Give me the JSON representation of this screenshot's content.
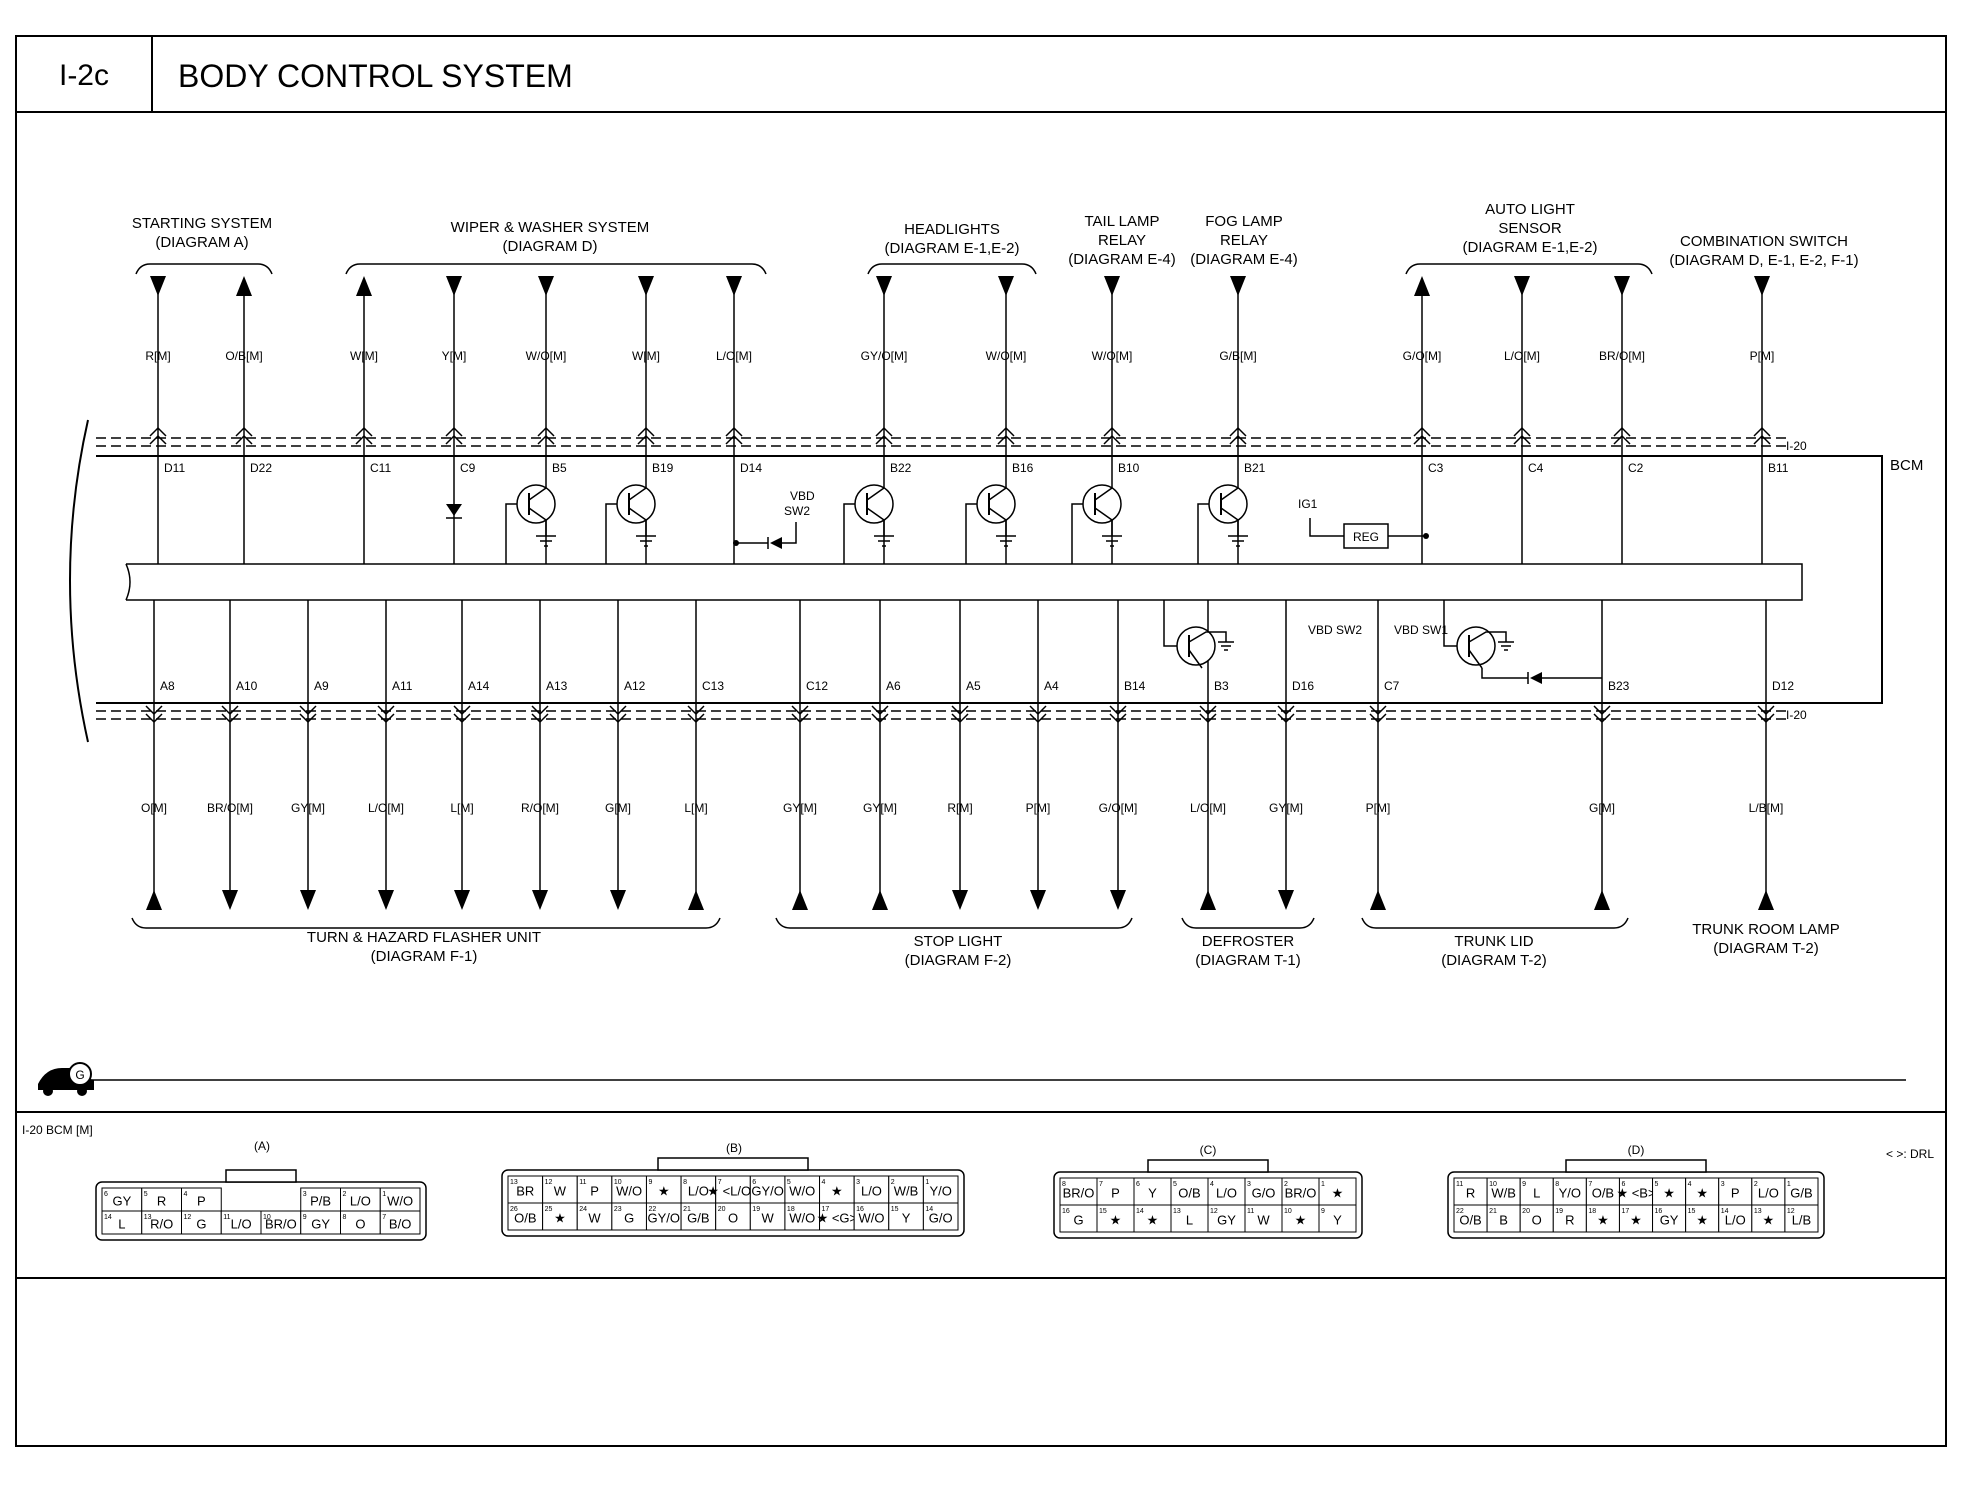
{
  "header": {
    "page_code": "I-2c",
    "title": "BODY CONTROL SYSTEM"
  },
  "module": {
    "name": "BCM",
    "connector_ref": "I-20",
    "ig1": "IG1",
    "reg": "REG",
    "vbd_sw2": "VBD SW2",
    "vbd_sw1": "VBD SW1"
  },
  "top_groups": [
    {
      "lines": [
        "STARTING SYSTEM",
        "(DIAGRAM A)"
      ],
      "bracket": true
    },
    {
      "lines": [
        "WIPER & WASHER SYSTEM",
        "(DIAGRAM D)"
      ],
      "bracket": true
    },
    {
      "lines": [
        "HEADLIGHTS",
        "(DIAGRAM  E-1,E-2)"
      ],
      "bracket": true
    },
    {
      "lines": [
        "TAIL LAMP",
        "RELAY",
        "(DIAGRAM E-4)"
      ],
      "bracket": false
    },
    {
      "lines": [
        "FOG LAMP",
        "RELAY",
        "(DIAGRAM E-4)"
      ],
      "bracket": false
    },
    {
      "lines": [
        "AUTO LIGHT",
        "SENSOR",
        "(DIAGRAM E-1,E-2)"
      ],
      "bracket": true
    },
    {
      "lines": [
        "COMBINATION SWITCH",
        "(DIAGRAM D, E-1, E-2, F-1)"
      ],
      "bracket": false
    }
  ],
  "top_wires": [
    {
      "wire": "R[M]",
      "pin": "D11",
      "dir": "down"
    },
    {
      "wire": "O/B[M]",
      "pin": "D22",
      "dir": "up"
    },
    {
      "wire": "W[M]",
      "pin": "C11",
      "dir": "up"
    },
    {
      "wire": "Y[M]",
      "pin": "C9",
      "dir": "down"
    },
    {
      "wire": "W/O[M]",
      "pin": "B5",
      "dir": "down"
    },
    {
      "wire": "W[M]",
      "pin": "B19",
      "dir": "down"
    },
    {
      "wire": "L/O[M]",
      "pin": "D14",
      "dir": "down"
    },
    {
      "wire": "GY/O[M]",
      "pin": "B22",
      "dir": "down"
    },
    {
      "wire": "W/O[M]",
      "pin": "B16",
      "dir": "down"
    },
    {
      "wire": "W/O[M]",
      "pin": "B10",
      "dir": "down"
    },
    {
      "wire": "G/B[M]",
      "pin": "B21",
      "dir": "down"
    },
    {
      "wire": "G/O[M]",
      "pin": "C3",
      "dir": "up"
    },
    {
      "wire": "L/O[M]",
      "pin": "C4",
      "dir": "down"
    },
    {
      "wire": "BR/O[M]",
      "pin": "C2",
      "dir": "down"
    },
    {
      "wire": "P[M]",
      "pin": "B11",
      "dir": "down"
    }
  ],
  "bottom_wires": [
    {
      "wire": "O[M]",
      "pin": "A8",
      "dir": "up"
    },
    {
      "wire": "BR/O[M]",
      "pin": "A10",
      "dir": "down"
    },
    {
      "wire": "GY[M]",
      "pin": "A9",
      "dir": "down"
    },
    {
      "wire": "L/O[M]",
      "pin": "A11",
      "dir": "down"
    },
    {
      "wire": "L[M]",
      "pin": "A14",
      "dir": "down"
    },
    {
      "wire": "R/O[M]",
      "pin": "A13",
      "dir": "down"
    },
    {
      "wire": "G[M]",
      "pin": "A12",
      "dir": "down"
    },
    {
      "wire": "L[M]",
      "pin": "C13",
      "dir": "up"
    },
    {
      "wire": "GY[M]",
      "pin": "C12",
      "dir": "up"
    },
    {
      "wire": "GY[M]",
      "pin": "A6",
      "dir": "up"
    },
    {
      "wire": "R[M]",
      "pin": "A5",
      "dir": "down"
    },
    {
      "wire": "P[M]",
      "pin": "A4",
      "dir": "down"
    },
    {
      "wire": "G/O[M]",
      "pin": "B14",
      "dir": "down"
    },
    {
      "wire": "L/O[M]",
      "pin": "B3",
      "dir": "up"
    },
    {
      "wire": "GY[M]",
      "pin": "D16",
      "dir": "down"
    },
    {
      "wire": "P[M]",
      "pin": "C7",
      "dir": "up"
    },
    {
      "wire": "G[M]",
      "pin": "B23",
      "dir": "up"
    },
    {
      "wire": "L/B[M]",
      "pin": "D12",
      "dir": "up"
    }
  ],
  "bottom_groups": [
    {
      "lines": [
        "TURN & HAZARD FLASHER UNIT",
        "(DIAGRAM F-1)"
      ],
      "bracket": true
    },
    {
      "lines": [
        "STOP LIGHT",
        "(DIAGRAM F-2)"
      ],
      "bracket": true
    },
    {
      "lines": [
        "DEFROSTER",
        "(DIAGRAM T-1)"
      ],
      "bracket": true
    },
    {
      "lines": [
        "TRUNK LID",
        "(DIAGRAM T-2)"
      ],
      "bracket": true
    },
    {
      "lines": [
        "TRUNK ROOM LAMP",
        "(DIAGRAM T-2)"
      ],
      "bracket": false
    }
  ],
  "ground_badge": "G",
  "connectors": {
    "title": "I-20 BCM [M]",
    "legend": "< >: DRL",
    "list": [
      {
        "label": "(A)",
        "rows": [
          [
            {
              "n": "6",
              "t": "GY"
            },
            {
              "n": "5",
              "t": "R"
            },
            {
              "n": "4",
              "t": "P"
            },
            {
              "n": "",
              "t": ""
            },
            {
              "n": "",
              "t": ""
            },
            {
              "n": "3",
              "t": "P/B"
            },
            {
              "n": "2",
              "t": "L/O"
            },
            {
              "n": "1",
              "t": "W/O"
            }
          ],
          [
            {
              "n": "14",
              "t": "L"
            },
            {
              "n": "13",
              "t": "R/O"
            },
            {
              "n": "12",
              "t": "G"
            },
            {
              "n": "11",
              "t": "L/O"
            },
            {
              "n": "10",
              "t": "BR/O"
            },
            {
              "n": "9",
              "t": "GY"
            },
            {
              "n": "8",
              "t": "O"
            },
            {
              "n": "7",
              "t": "B/O"
            }
          ]
        ]
      },
      {
        "label": "(B)",
        "rows": [
          [
            {
              "n": "13",
              "t": "BR"
            },
            {
              "n": "12",
              "t": "W"
            },
            {
              "n": "11",
              "t": "P"
            },
            {
              "n": "10",
              "t": "W/O"
            },
            {
              "n": "9",
              "t": "★"
            },
            {
              "n": "8",
              "t": "L/O"
            },
            {
              "n": "7",
              "t": "★ <L/O>"
            },
            {
              "n": "6",
              "t": "GY/O"
            },
            {
              "n": "5",
              "t": "W/O"
            },
            {
              "n": "4",
              "t": "★"
            },
            {
              "n": "3",
              "t": "L/O"
            },
            {
              "n": "2",
              "t": "W/B"
            },
            {
              "n": "1",
              "t": "Y/O"
            }
          ],
          [
            {
              "n": "26",
              "t": "O/B"
            },
            {
              "n": "25",
              "t": "★"
            },
            {
              "n": "24",
              "t": "W"
            },
            {
              "n": "23",
              "t": "G"
            },
            {
              "n": "22",
              "t": "GY/O"
            },
            {
              "n": "21",
              "t": "G/B"
            },
            {
              "n": "20",
              "t": "O"
            },
            {
              "n": "19",
              "t": "W"
            },
            {
              "n": "18",
              "t": "W/O"
            },
            {
              "n": "17",
              "t": "★ <G>"
            },
            {
              "n": "16",
              "t": "W/O"
            },
            {
              "n": "15",
              "t": "Y"
            },
            {
              "n": "14",
              "t": "G/O"
            }
          ]
        ]
      },
      {
        "label": "(C)",
        "rows": [
          [
            {
              "n": "8",
              "t": "BR/O"
            },
            {
              "n": "7",
              "t": "P"
            },
            {
              "n": "6",
              "t": "Y"
            },
            {
              "n": "5",
              "t": "O/B"
            },
            {
              "n": "4",
              "t": "L/O"
            },
            {
              "n": "3",
              "t": "G/O"
            },
            {
              "n": "2",
              "t": "BR/O"
            },
            {
              "n": "1",
              "t": "★"
            }
          ],
          [
            {
              "n": "16",
              "t": "G"
            },
            {
              "n": "15",
              "t": "★"
            },
            {
              "n": "14",
              "t": "★"
            },
            {
              "n": "13",
              "t": "L"
            },
            {
              "n": "12",
              "t": "GY"
            },
            {
              "n": "11",
              "t": "W"
            },
            {
              "n": "10",
              "t": "★"
            },
            {
              "n": "9",
              "t": "Y"
            }
          ]
        ]
      },
      {
        "label": "(D)",
        "rows": [
          [
            {
              "n": "11",
              "t": "R"
            },
            {
              "n": "10",
              "t": "W/B"
            },
            {
              "n": "9",
              "t": "L"
            },
            {
              "n": "8",
              "t": "Y/O"
            },
            {
              "n": "7",
              "t": "O/B"
            },
            {
              "n": "6",
              "t": "★ <B>"
            },
            {
              "n": "5",
              "t": "★"
            },
            {
              "n": "4",
              "t": "★"
            },
            {
              "n": "3",
              "t": "P"
            },
            {
              "n": "2",
              "t": "L/O"
            },
            {
              "n": "1",
              "t": "G/B"
            }
          ],
          [
            {
              "n": "22",
              "t": "O/B"
            },
            {
              "n": "21",
              "t": "B"
            },
            {
              "n": "20",
              "t": "O"
            },
            {
              "n": "19",
              "t": "R"
            },
            {
              "n": "18",
              "t": "★"
            },
            {
              "n": "17",
              "t": "★"
            },
            {
              "n": "16",
              "t": "GY"
            },
            {
              "n": "15",
              "t": "★"
            },
            {
              "n": "14",
              "t": "L/O"
            },
            {
              "n": "13",
              "t": "★"
            },
            {
              "n": "12",
              "t": "L/B"
            }
          ]
        ]
      }
    ]
  }
}
